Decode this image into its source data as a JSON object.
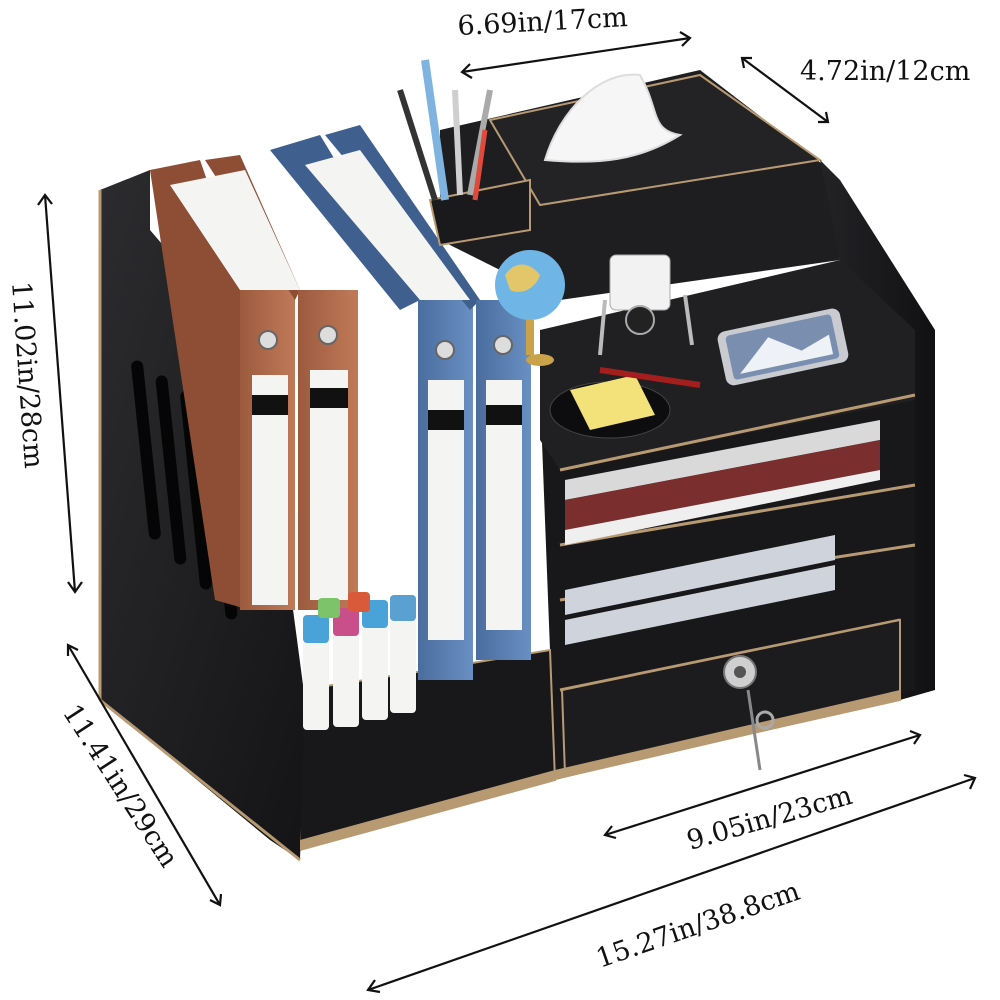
{
  "dimensions": {
    "top_width": "6.69in/17cm",
    "top_depth": "4.72in/12cm",
    "height": "11.02in/28cm",
    "side_depth": "11.41in/29cm",
    "front_inner_width": "9.05in/23cm",
    "front_total_width": "15.27in/38.8cm"
  },
  "colors": {
    "wood_dark": "#1b1b1d",
    "wood_mid": "#2a2a2d",
    "edge_tan": "#b89a72",
    "binder_brown": "#b0684a",
    "binder_blue": "#5b7fb0",
    "paper": "#f4f4f2"
  }
}
